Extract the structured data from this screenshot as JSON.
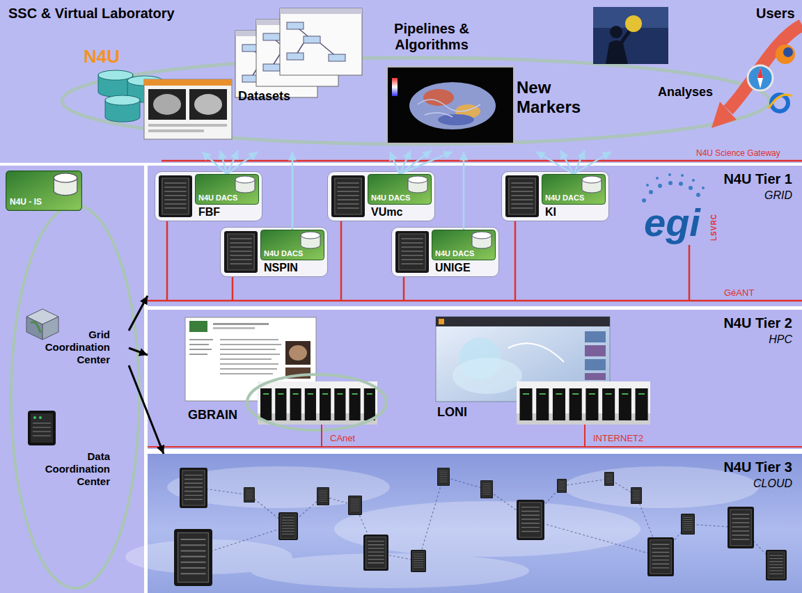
{
  "diagram": {
    "nodes": [
      {
        "text": [
          "SSC & Virtual Laboratory"
        ]
      },
      {
        "text": [
          "N4U Tier 1",
          "GRID"
        ]
      },
      {
        "text": [
          "N4U DACS",
          "FBF"
        ],
        "in": 1
      },
      {
        "text": [
          "N4U DACS",
          "VUmc"
        ],
        "in": 1
      },
      {
        "text": [
          "N4U DACS",
          "KI"
        ],
        "in": 1
      },
      {
        "text": [
          "N4U DACS",
          "NSPIN"
        ],
        "in": 1
      },
      {
        "text": [
          "N4U DACS",
          "UNIGE"
        ],
        "in": 1
      },
      {
        "text": [
          "N4U Tier 2",
          "HPC"
        ]
      },
      {
        "text": [
          "GBRAIN"
        ],
        "in": 7
      },
      {
        "text": [
          "LONI"
        ],
        "in": 7
      },
      {
        "text": [
          "N4U Tier 3",
          "CLOUD"
        ]
      },
      {
        "text": [
          "N4U - IS"
        ]
      },
      {
        "text": [
          "Grid Coordination Center"
        ]
      },
      {
        "text": [
          "Data Coordination Center"
        ]
      }
    ],
    "edges": [
      {
        "from": 12,
        "to": 1,
        "arrow": "to"
      },
      {
        "from": 12,
        "to": 7,
        "arrow": "to"
      },
      {
        "from": 12,
        "to": 10,
        "arrow": "to"
      }
    ],
    "labels": [
      "N4U",
      "Pipelines & Algorithms",
      "Datasets",
      "New Markers",
      "Users",
      "Analyses",
      "N4U Science Gateway",
      "egi",
      "LSVRC",
      "GéANT",
      "CAnet",
      "INTERNET2"
    ]
  }
}
